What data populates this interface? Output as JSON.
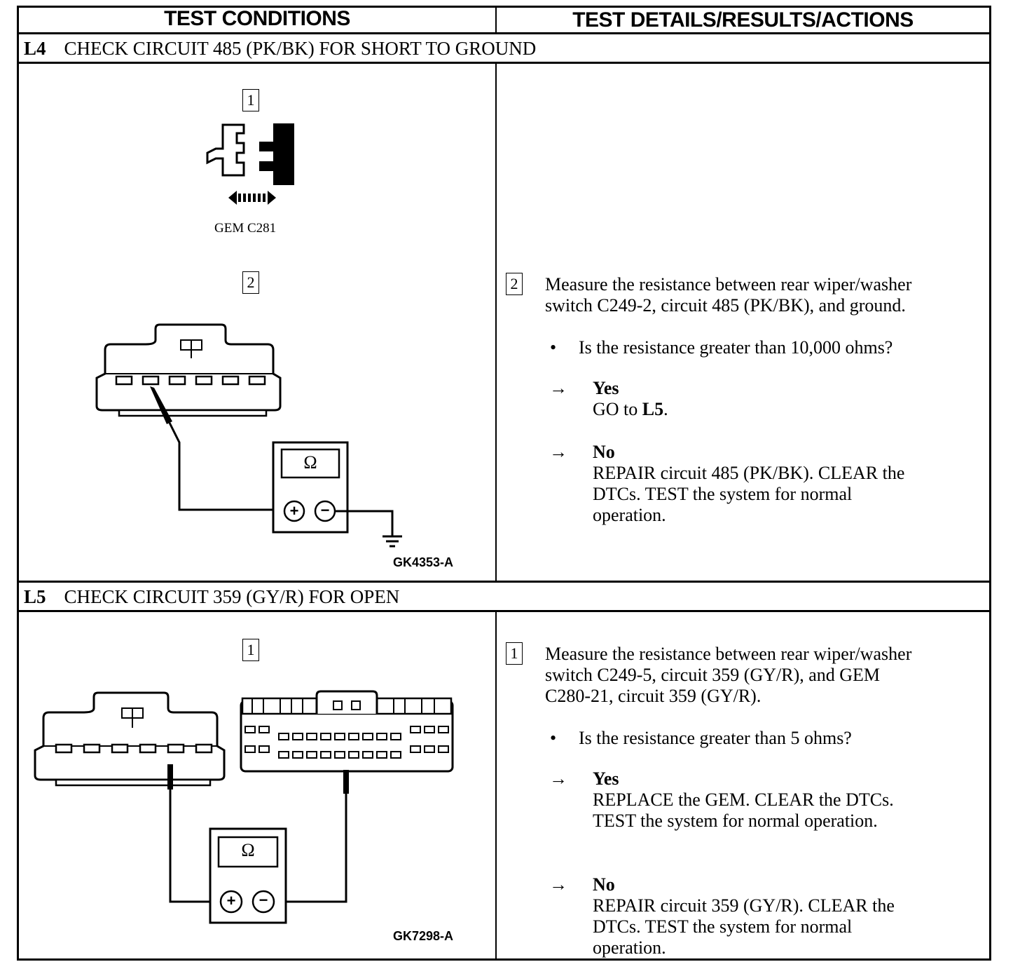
{
  "header": {
    "col1": "TEST CONDITIONS",
    "col2": "TEST DETAILS/RESULTS/ACTIONS"
  },
  "steps": [
    {
      "id": "L4",
      "title": "CHECK CIRCUIT 485 (PK/BK) FOR SHORT TO GROUND",
      "figure": {
        "step1_num": "1",
        "connector_label": "GEM C281",
        "step2_num": "2",
        "meter_symbol": "Ω",
        "plus": "+",
        "minus": "−",
        "code": "GK4353-A"
      },
      "details": {
        "step_num": "2",
        "instruction_line1": "Measure the resistance between rear wiper/washer",
        "instruction_line2": "switch C249-2, circuit 485 (PK/BK), and ground.",
        "question": "Is the resistance greater than 10,000 ohms?",
        "yes_label": "Yes",
        "yes_action_prefix": "GO to ",
        "yes_action_target": "L5",
        "yes_action_suffix": ".",
        "no_label": "No",
        "no_line1": "REPAIR circuit 485 (PK/BK). CLEAR the",
        "no_line2": "DTCs. TEST the system for normal",
        "no_line3": "operation."
      }
    },
    {
      "id": "L5",
      "title": "CHECK CIRCUIT 359 (GY/R) FOR OPEN",
      "figure": {
        "step1_num": "1",
        "meter_symbol": "Ω",
        "plus": "+",
        "minus": "−",
        "code": "GK7298-A"
      },
      "details": {
        "step_num": "1",
        "instruction_line1": "Measure the resistance between rear wiper/washer",
        "instruction_line2": "switch C249-5, circuit 359 (GY/R), and GEM",
        "instruction_line3": "C280-21, circuit 359 (GY/R).",
        "question": "Is the resistance greater than 5 ohms?",
        "yes_label": "Yes",
        "yes_line1": "REPLACE the GEM. CLEAR the DTCs.",
        "yes_line2": "TEST the system for normal operation.",
        "no_label": "No",
        "no_line1": "REPAIR circuit 359 (GY/R). CLEAR the",
        "no_line2": "DTCs. TEST the system for normal",
        "no_line3": "operation."
      }
    }
  ],
  "symbols": {
    "bullet": "•",
    "arrow": "→"
  }
}
